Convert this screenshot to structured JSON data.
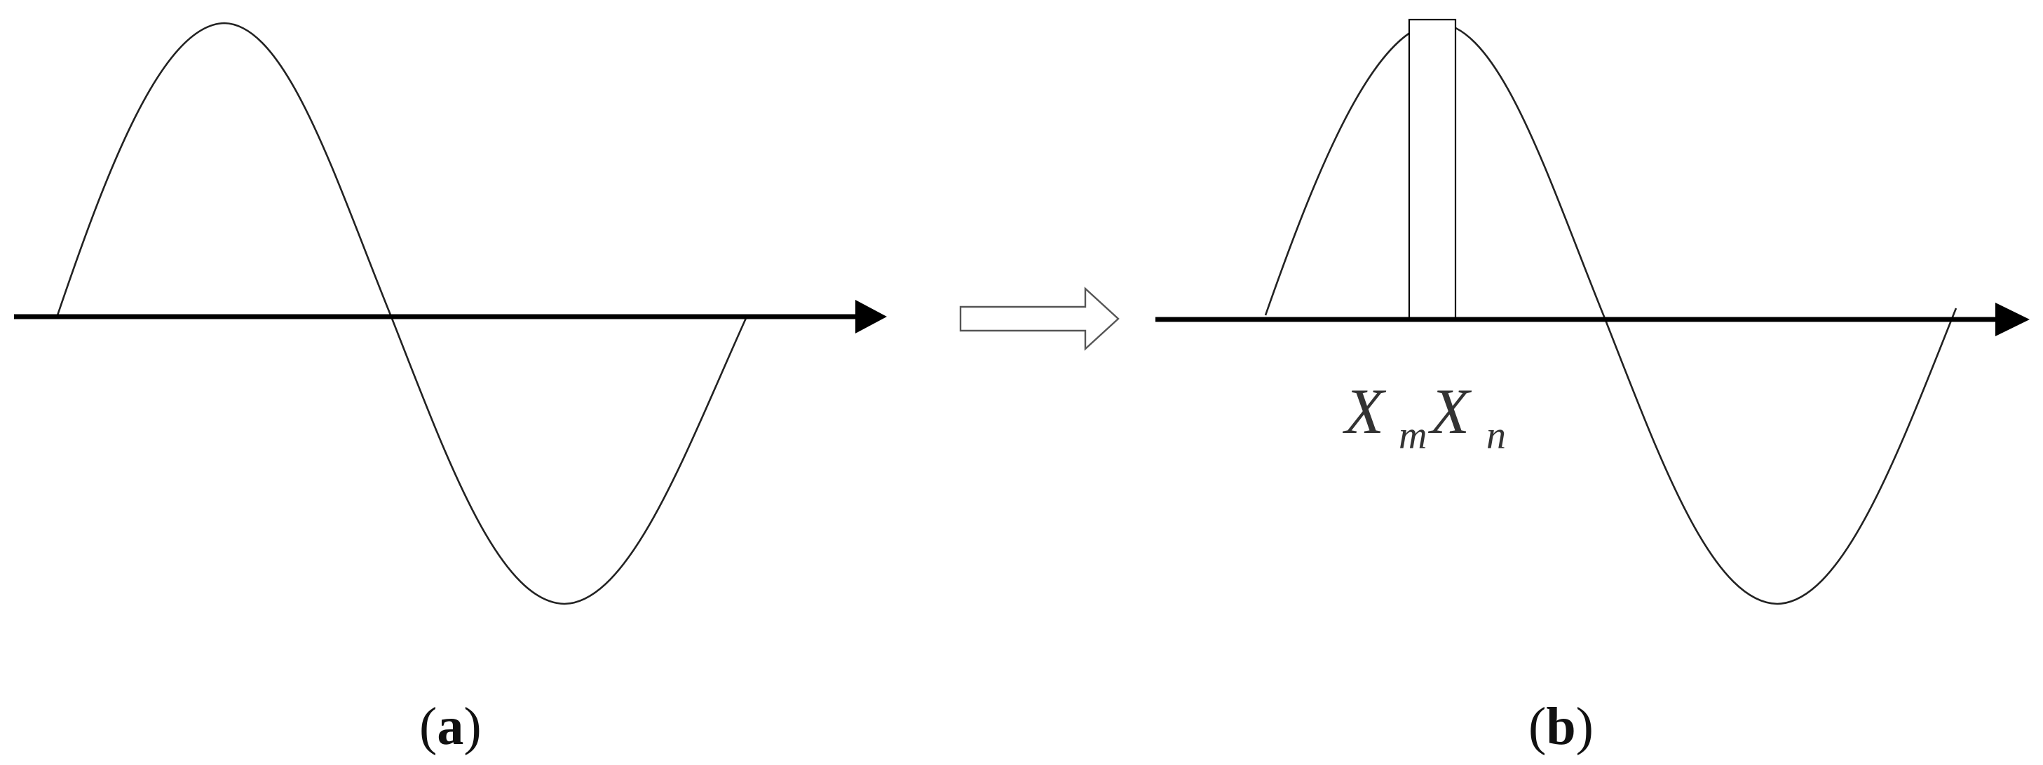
{
  "panels": [
    {
      "id": "a",
      "label": {
        "open": "(",
        "letter": "a",
        "close": ")"
      }
    },
    {
      "id": "b",
      "label": {
        "open": "(",
        "letter": "b",
        "close": ")"
      },
      "sample_labels": [
        {
          "var": "X",
          "subscript": "m"
        },
        {
          "var": "X",
          "subscript": "n"
        }
      ]
    }
  ]
}
